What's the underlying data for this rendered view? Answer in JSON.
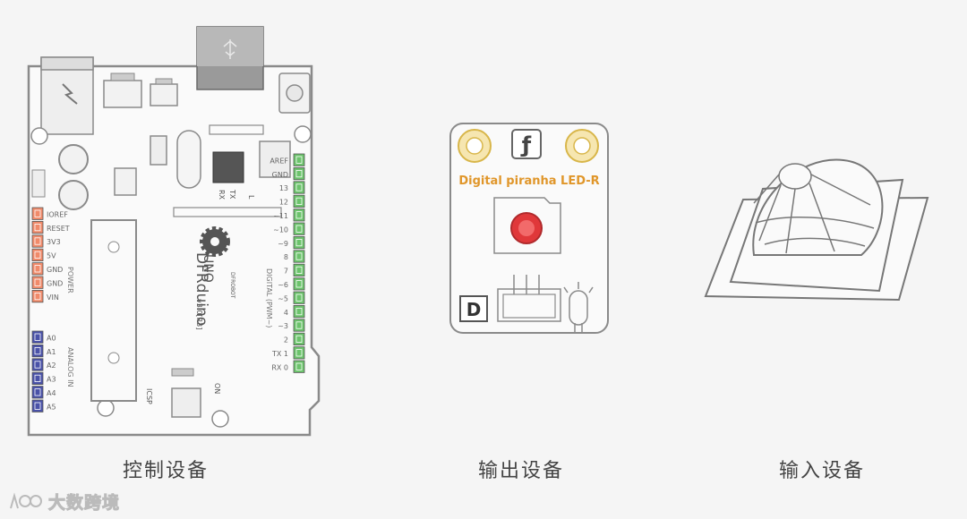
{
  "captions": {
    "control": "控制设备",
    "output": "输出设备",
    "input": "输入设备"
  },
  "watermark": "大数跨境",
  "board": {
    "brand": "DFRduino",
    "model": "UNO",
    "version": "v3.0[R3]",
    "logo": "DFROBOT",
    "power_pins": [
      "IOREF",
      "RESET",
      "3V3",
      "5V",
      "GND",
      "GND",
      "VIN"
    ],
    "power_label": "POWER",
    "analog_pins": [
      "A0",
      "A1",
      "A2",
      "A3",
      "A4",
      "A5"
    ],
    "analog_label": "ANALOG IN",
    "digital_pins": [
      "AREF",
      "GND",
      "13",
      "12",
      "~11",
      "~10",
      "~9",
      "8",
      "7",
      "~6",
      "~5",
      "4",
      "~3",
      "2",
      "TX 1",
      "RX 0"
    ],
    "digital_label": "DIGITAL (PWM~)",
    "rx": "RX",
    "tx": "TX",
    "l": "L",
    "icsp": "ICSP",
    "on": "ON"
  },
  "module": {
    "title": "Digital piranha LED-R",
    "logo_glyph": "ƒ",
    "type_letter": "D"
  },
  "colors": {
    "background": "#f5f5f5",
    "board_outline": "#8a8a8a",
    "power_header": "#f08a6a",
    "analog_header": "#4a52a8",
    "digital_header": "#6cc36c",
    "module_title": "#e0962a",
    "led_red": "#e0383a"
  }
}
